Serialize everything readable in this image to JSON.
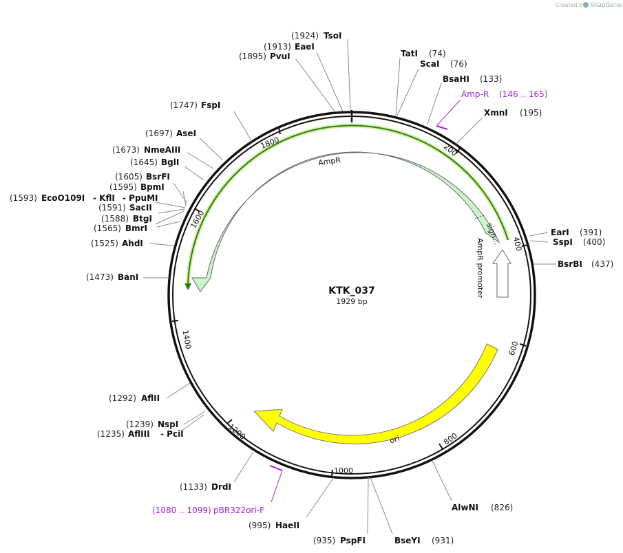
{
  "credit": {
    "prefix": "Created by",
    "brand": "SnapGene"
  },
  "plasmid": {
    "name": "KTK_037",
    "length": "1929 bp"
  },
  "ticks": [
    "200",
    "400",
    "600",
    "800",
    "1000",
    "1200",
    "1400",
    "1600",
    "1800"
  ],
  "features": {
    "ampr": "AmpR",
    "signal": "sign...",
    "ampr_promoter": "AmpR promoter",
    "ori": "ori"
  },
  "primers": [
    {
      "name": "Amp-R",
      "range": "(146 .. 165)"
    },
    {
      "name": "pBR322ori-F",
      "range": "(1080 .. 1099)"
    }
  ],
  "sites": [
    {
      "id": "tsoi",
      "name": "TsoI",
      "pos": "(1924)"
    },
    {
      "id": "eaei",
      "name": "EaeI",
      "pos": "(1913)"
    },
    {
      "id": "pvui",
      "name": "PvuI",
      "pos": "(1895)"
    },
    {
      "id": "tati",
      "name": "TatI",
      "pos": "(74)"
    },
    {
      "id": "scai",
      "name": "ScaI",
      "pos": "(76)"
    },
    {
      "id": "bsahi",
      "name": "BsaHI",
      "pos": "(133)"
    },
    {
      "id": "xmni",
      "name": "XmnI",
      "pos": "(195)"
    },
    {
      "id": "fspi",
      "name": "FspI",
      "pos": "(1747)"
    },
    {
      "id": "asei",
      "name": "AseI",
      "pos": "(1697)"
    },
    {
      "id": "nmeaiii",
      "name": "NmeAIII",
      "pos": "(1673)"
    },
    {
      "id": "bgli",
      "name": "BglI",
      "pos": "(1645)"
    },
    {
      "id": "bsrfi",
      "name": "BsrFI",
      "pos": "(1605)"
    },
    {
      "id": "bpmi",
      "name": "BpmI",
      "pos": "(1595)"
    },
    {
      "id": "ecoo109i",
      "name": "EcoO109I",
      "pos": "(1593)"
    },
    {
      "id": "kfli",
      "name": "- KflI",
      "pos": ""
    },
    {
      "id": "ppumi",
      "name": "- PpuMI",
      "pos": ""
    },
    {
      "id": "sacii",
      "name": "SacII",
      "pos": "(1591)"
    },
    {
      "id": "btgi",
      "name": "BtgI",
      "pos": "(1588)"
    },
    {
      "id": "bmri",
      "name": "BmrI",
      "pos": "(1565)"
    },
    {
      "id": "ahdi",
      "name": "AhdI",
      "pos": "(1525)"
    },
    {
      "id": "bani",
      "name": "BanI",
      "pos": "(1473)"
    },
    {
      "id": "eari",
      "name": "EarI",
      "pos": "(391)"
    },
    {
      "id": "sspi",
      "name": "SspI",
      "pos": "(400)"
    },
    {
      "id": "bsrbi",
      "name": "BsrBI",
      "pos": "(437)"
    },
    {
      "id": "aflii",
      "name": "AflII",
      "pos": "(1292)"
    },
    {
      "id": "nspi",
      "name": "NspI",
      "pos": "(1239)"
    },
    {
      "id": "afliii",
      "name": "AflIII",
      "pos": "(1235)"
    },
    {
      "id": "pcii",
      "name": "- PciI",
      "pos": ""
    },
    {
      "id": "drdi",
      "name": "DrdI",
      "pos": "(1133)"
    },
    {
      "id": "alwni",
      "name": "AlwNI",
      "pos": "(826)"
    },
    {
      "id": "haeii",
      "name": "HaeII",
      "pos": "(995)"
    },
    {
      "id": "pspfi",
      "name": "PspFI",
      "pos": "(935)"
    },
    {
      "id": "bseyi",
      "name": "BseYI",
      "pos": "(931)"
    }
  ]
}
